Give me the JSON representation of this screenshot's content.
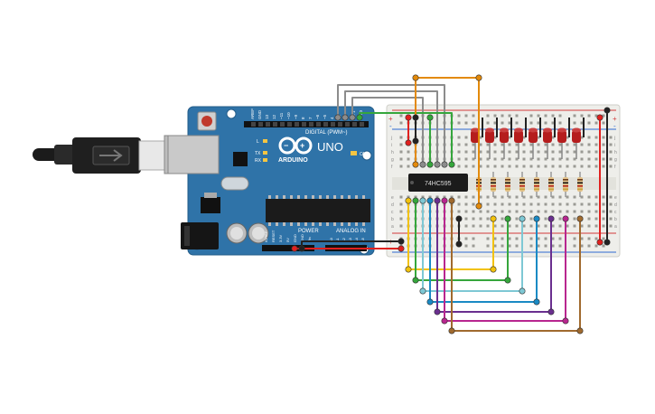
{
  "arduino": {
    "model_label": "UNO",
    "logo_text": "ARDUINO",
    "digital_label": "DIGITAL (PWM~)",
    "power_label": "POWER",
    "analog_label": "ANALOG IN",
    "led_on_label": "ON",
    "led_l_label": "L",
    "led_tx_label": "TX",
    "led_rx_label": "RX",
    "pin_labels_digital": [
      "AREF",
      "GND",
      "13",
      "12",
      "~11",
      "~10",
      "~9",
      "8",
      "7",
      "~6",
      "~5",
      "4",
      "~3",
      "2",
      "TX 1",
      "RX 0"
    ],
    "pin_labels_power": [
      "IOREF",
      "RESET",
      "3.3V",
      "5V",
      "GND",
      "GND",
      "Vin"
    ],
    "pin_labels_analog": [
      "A0",
      "A1",
      "A2",
      "A3",
      "A4",
      "A5"
    ]
  },
  "ic": {
    "label": "74HC595"
  },
  "breadboard": {
    "row_letters_top": [
      "j",
      "i",
      "h",
      "g",
      "f"
    ],
    "row_letters_bottom": [
      "e",
      "d",
      "c",
      "b",
      "a"
    ],
    "rail_plus": "+",
    "rail_minus": "-"
  },
  "colors": {
    "board": "#2f73a8",
    "breadboard": "#eeeeea",
    "led": "#b51d1d",
    "wire_red": "#e0201e",
    "wire_black": "#222222",
    "wire_orange": "#e38a0b",
    "wire_green": "#35a63c",
    "wire_gray": "#8c8c8c",
    "wire_yellow": "#f2c20c",
    "wire_cyan": "#7ec8d4",
    "wire_blue": "#1a8ac4",
    "wire_purple": "#6a2f8f",
    "wire_magenta": "#b8268f",
    "wire_brown": "#a06a2e"
  }
}
